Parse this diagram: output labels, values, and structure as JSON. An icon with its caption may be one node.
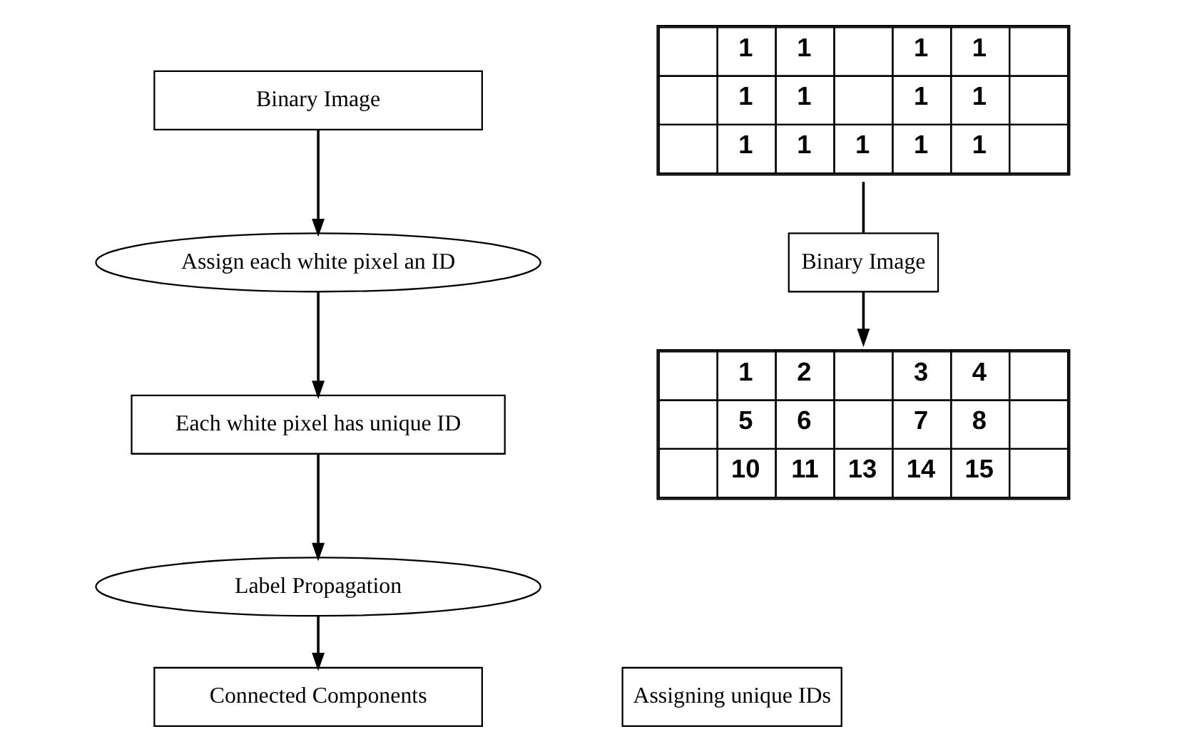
{
  "diagram": {
    "nodes": [
      {
        "text": [
          "Binary Image"
        ]
      },
      {
        "text": [
          "Assign each white pixel an ID"
        ]
      },
      {
        "text": [
          "Each white pixel has unique ID"
        ]
      },
      {
        "text": [
          "Label Propagation"
        ]
      },
      {
        "text": [
          "Connected Components"
        ]
      },
      {
        "text": [
          "1",
          "1",
          "1",
          "1",
          "1",
          "1",
          "1",
          "1",
          "1",
          "1",
          "1",
          "1",
          "1"
        ]
      },
      {
        "text": [
          "Binary Image"
        ]
      },
      {
        "text": [
          "1",
          "2",
          "3",
          "4",
          "5",
          "6",
          "7",
          "8",
          "10",
          "11",
          "13",
          "14",
          "15"
        ]
      },
      {
        "text": [
          "Assigning unique IDs"
        ]
      }
    ],
    "edges": [
      {
        "from": 0,
        "to": 1,
        "arrow": "to"
      },
      {
        "from": 1,
        "to": 2,
        "arrow": "to"
      },
      {
        "from": 2,
        "to": 3,
        "arrow": "to"
      },
      {
        "from": 3,
        "to": 4,
        "arrow": "to"
      },
      {
        "from": 5,
        "to": 6,
        "arrow": "none"
      },
      {
        "from": 6,
        "to": 7,
        "arrow": "to"
      }
    ]
  }
}
